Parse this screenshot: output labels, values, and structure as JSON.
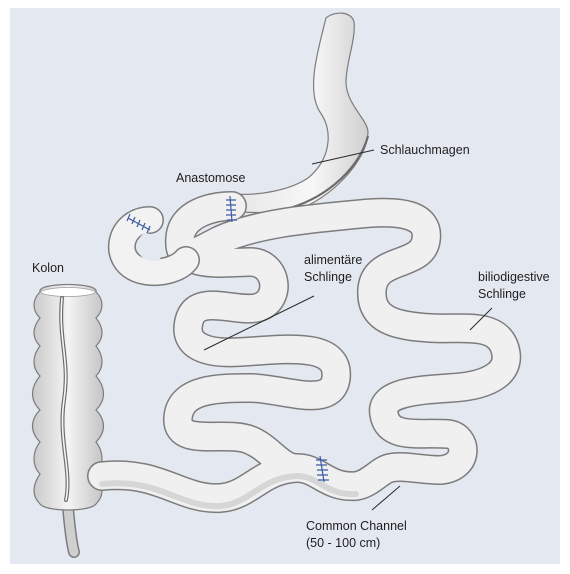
{
  "colors": {
    "background": "#e4e8f0",
    "tube_outline": "#7c7c7c",
    "tube_fill": "#f2f2f2",
    "colon_fill": "#e2e2e2",
    "staple": "#3c5aa6",
    "label_text": "#1e1e1e"
  },
  "labels": {
    "schlauchmagen": "Schlauchmagen",
    "anastomose": "Anastomose",
    "kolon": "Kolon",
    "alimentaere_line1": "alimentäre",
    "alimentaere_line2": "Schlinge",
    "biliodigestive_line1": "biliodigestive",
    "biliodigestive_line2": "Schlinge",
    "common_channel_line1": "Common Channel",
    "common_channel_line2": "(50 - 100 cm)"
  },
  "icons": {
    "staple_lines": "staple-line-icon"
  }
}
